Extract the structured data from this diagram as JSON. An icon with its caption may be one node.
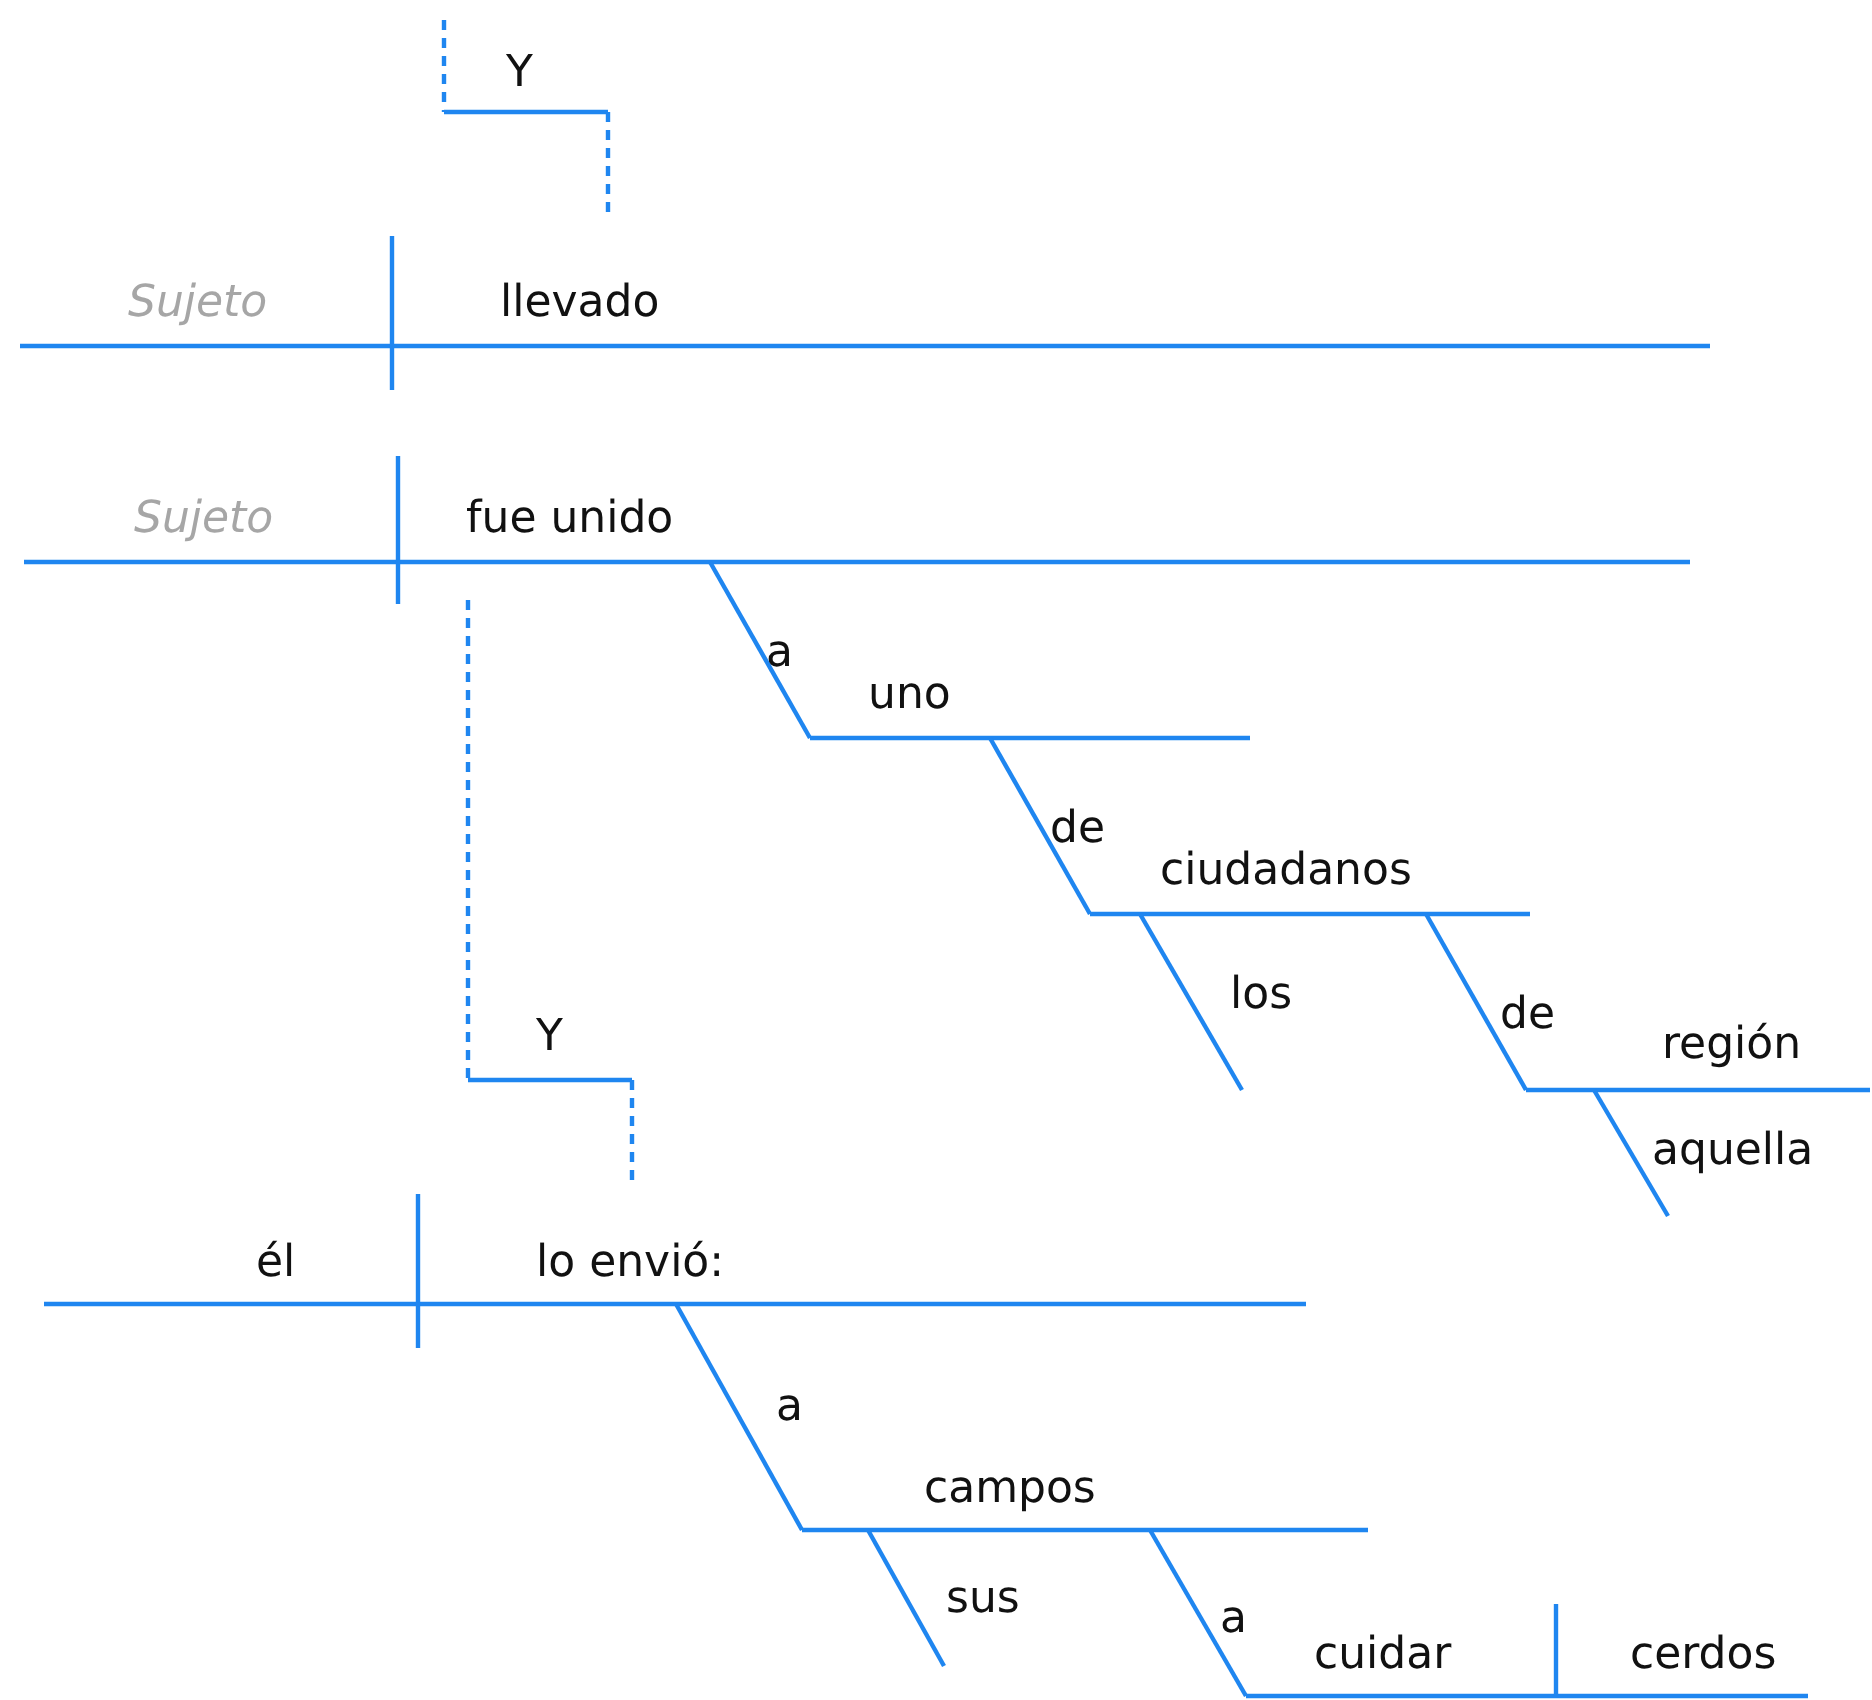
{
  "diagram": {
    "labels": [
      "Y",
      "Sujeto",
      "llevado",
      "Sujeto",
      "fue unido",
      "a",
      "uno",
      "de",
      "ciudadanos",
      "los",
      "de",
      "región",
      "aquella",
      "Y",
      "él",
      "lo envió:",
      "a",
      "campos",
      "sus",
      "a",
      "cuidar",
      "cerdos"
    ]
  }
}
